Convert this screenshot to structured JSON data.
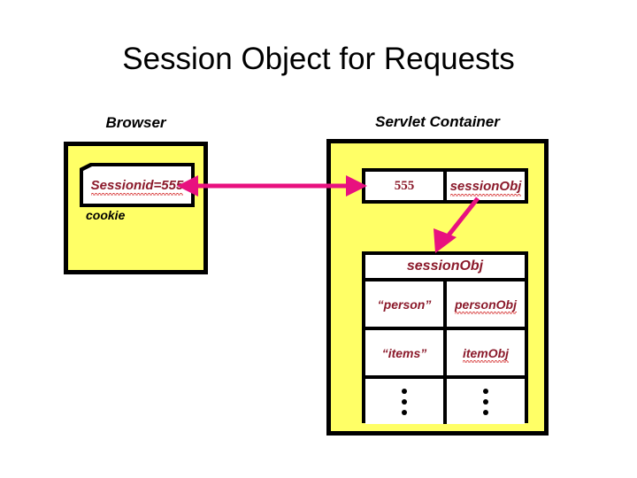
{
  "slide": {
    "title": "Session Object for Requests",
    "background_color": "#ffffff"
  },
  "colors": {
    "box_fill": "#ffff66",
    "box_border": "#000000",
    "text_red": "#8B1A2B",
    "squiggle_red": "#d42a2a",
    "arrow": "#e8117f"
  },
  "browser": {
    "caption": "Browser",
    "cookie": {
      "value": "Sessionid=555",
      "label": "cookie"
    }
  },
  "servlet_container": {
    "caption": "Servlet Container",
    "session_row": {
      "id": "555",
      "object": "sessionObj"
    },
    "session_object_table": {
      "header": "sessionObj",
      "rows": [
        {
          "key": "“person”",
          "value": "personObj"
        },
        {
          "key": "“items”",
          "value": "itemObj"
        },
        {
          "key": "⋮",
          "value": "⋮"
        }
      ]
    }
  },
  "arrows": {
    "cookie_to_session": "double-headed-arrow",
    "session_to_object": "down-left-arrow"
  }
}
